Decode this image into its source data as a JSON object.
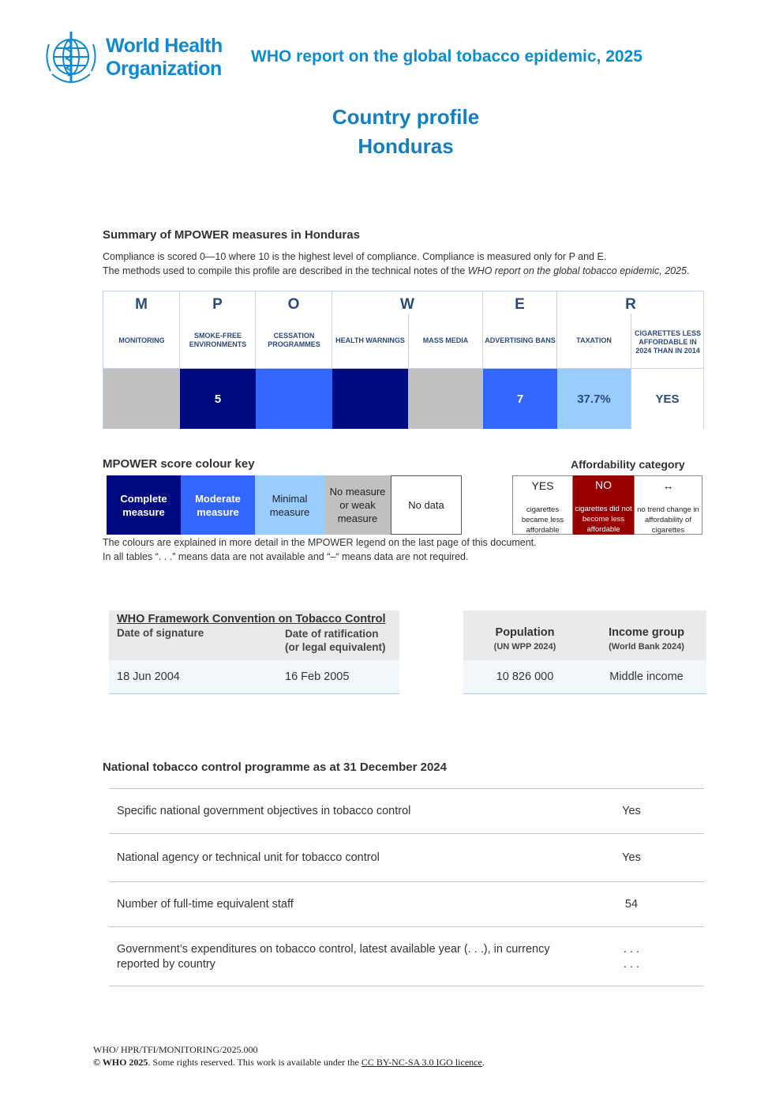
{
  "header": {
    "logo_line1": "World Health",
    "logo_line2": "Organization",
    "report_title": "WHO report on the global tobacco epidemic, 2025"
  },
  "profile": {
    "title": "Country profile",
    "country": "Honduras"
  },
  "summary": {
    "title": "Summary of MPOWER measures in Honduras",
    "note1": "Compliance is scored 0—10 where 10 is the highest level of compliance. Compliance is measured only for P and E.",
    "note2_prefix": "The methods used to compile this profile are described in the technical notes of the ",
    "note2_italic": "WHO report on the global tobacco epidemic, 2025",
    "note2_suffix": "."
  },
  "mpower": {
    "letters": [
      "M",
      "P",
      "O",
      "W",
      "E",
      "R"
    ],
    "columns": [
      {
        "label": "MONITORING",
        "value": "",
        "color": "#c0c0c0",
        "text_color": "#ffffff"
      },
      {
        "label": "SMOKE-FREE ENVIRONMENTS",
        "value": "5",
        "color": "#000a80",
        "text_color": "#ffffff"
      },
      {
        "label": "CESSATION PROGRAMMES",
        "value": "",
        "color": "#3366ff",
        "text_color": "#ffffff"
      },
      {
        "label": "HEALTH WARNINGS",
        "value": "",
        "color": "#000a80",
        "text_color": "#ffffff"
      },
      {
        "label": "MASS MEDIA",
        "value": "",
        "color": "#c0c0c0",
        "text_color": "#ffffff"
      },
      {
        "label": "ADVERTISING BANS",
        "value": "7",
        "color": "#3366ff",
        "text_color": "#ffffff"
      },
      {
        "label": "TAXATION",
        "value": "37.7%",
        "color": "#99ccff",
        "text_color": "#2b4a7a"
      },
      {
        "label": "CIGARETTES LESS AFFORDABLE IN 2024 THAN IN 2014",
        "value": "YES",
        "color": "#ffffff",
        "text_color": "#2b4a7a"
      }
    ]
  },
  "colour_key": {
    "title": "MPOWER score colour key",
    "items": [
      {
        "label": "Complete measure",
        "color": "#000a80",
        "text_color": "#ffffff",
        "bold": true
      },
      {
        "label": "Moderate measure",
        "color": "#3366ff",
        "text_color": "#ffffff",
        "bold": true
      },
      {
        "label": "Minimal measure",
        "color": "#99ccff",
        "text_color": "#222222",
        "bold": false
      },
      {
        "label": "No measure or weak measure",
        "color": "#c0c0c0",
        "text_color": "#222222",
        "bold": false
      },
      {
        "label": "No data",
        "color": "#ffffff",
        "text_color": "#222222",
        "bold": false
      }
    ],
    "note1": "The colours are explained in more detail in the MPOWER legend on the last page of this document.",
    "note2": "In all tables “. . .” means data are not available and “–“ means data are not required."
  },
  "affordability": {
    "title": "Affordability category",
    "items": [
      {
        "head": "YES",
        "sub": "cigarettes became less affordable",
        "color": "#ffffff",
        "text_color": "#222222"
      },
      {
        "head": "NO",
        "sub": "cigarettes did not become less affordable",
        "color": "#990000",
        "text_color": "#ffffff"
      },
      {
        "head": "↔",
        "sub": "no trend change in affordability of cigarettes",
        "color": "#ffffff",
        "text_color": "#222222"
      }
    ]
  },
  "fctc": {
    "title": "WHO Framework Convention on Tobacco Control",
    "col1_header": "Date of signature",
    "col2_header_line1": "Date of ratification",
    "col2_header_line2": "(or legal equivalent)",
    "signature": "18 Jun 2004",
    "ratification": "16 Feb 2005"
  },
  "population": {
    "pop_header": "Population",
    "pop_source": "(UN WPP 2024)",
    "income_header": "Income group",
    "income_source": "(World Bank 2024)",
    "pop_value": "10 826 000",
    "income_value": "Middle income"
  },
  "ntcp": {
    "title": "National tobacco control programme as at 31 December 2024",
    "rows": [
      {
        "label": "Specific national government objectives in tobacco control",
        "value": "Yes"
      },
      {
        "label": "National agency or technical unit for tobacco control",
        "value": "Yes"
      },
      {
        "label": "Number of full-time equivalent staff",
        "value": "54"
      },
      {
        "label_line1": "Government’s expenditures on tobacco control, latest available year (. . .), in currency",
        "label_line2": "reported by country",
        "value_line1": ". . .",
        "value_line2": ". . ."
      }
    ]
  },
  "footer": {
    "code": "WHO/ HPR/TFI/MONITORING/2025.000",
    "copyright_bold": "© WHO 2025",
    "copyright_text": ". Some rights reserved. This work is available under the ",
    "licence": "CC BY-NC-SA 3.0 IGO licence",
    "end": "."
  }
}
